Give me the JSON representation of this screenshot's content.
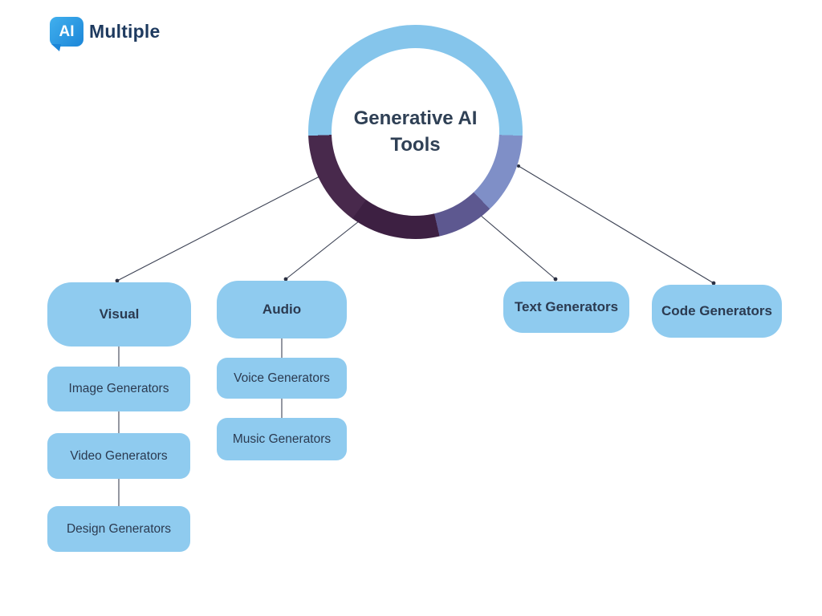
{
  "logo": {
    "badge": "AI",
    "brand": "Multiple"
  },
  "center": {
    "title": "Generative AI Tools"
  },
  "categories": [
    {
      "label": "Visual",
      "children": [
        "Image Generators",
        "Video Generators",
        "Design Generators"
      ]
    },
    {
      "label": "Audio",
      "children": [
        "Voice Generators",
        "Music Generators"
      ]
    },
    {
      "label": "Text Generators",
      "children": []
    },
    {
      "label": "Code Generators",
      "children": []
    }
  ],
  "colors": {
    "box_fill": "#8fcbef",
    "text_dark": "#2b3a50",
    "title_dark": "#2f4055",
    "ring_light_blue": "#85c5eb",
    "ring_periwinkle": "#7f8fc7",
    "ring_medium_purple": "#5d5890",
    "ring_plum": "#3d2042",
    "ring_dark_purple": "#48294c",
    "connector_line": "#3c4254",
    "logo_blue": "#1c86d8",
    "brand_navy": "#1e3a5f"
  }
}
